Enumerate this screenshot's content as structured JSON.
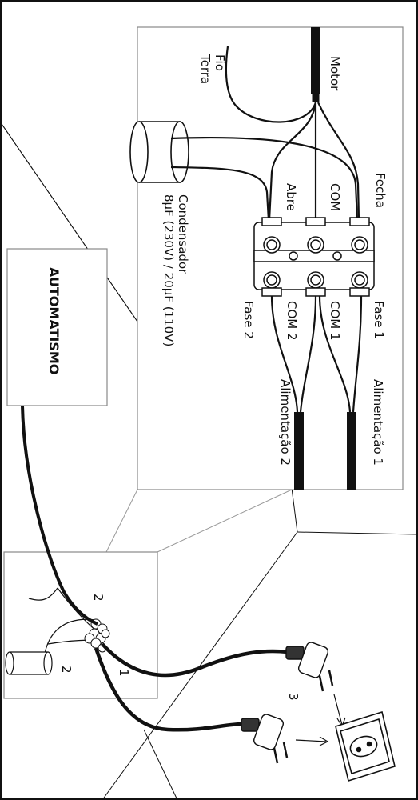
{
  "labels": {
    "motor": "Motor",
    "fio": "Fio",
    "terra": "Terra",
    "fecha": "Fecha",
    "com_top": "COM",
    "abre": "Abre",
    "condensador": "Condensador",
    "cap_value": "8µF (230V) / 20µF (110V)",
    "fase1": "Fase 1",
    "com1": "COM 1",
    "com2": "COM 2",
    "fase2": "Fase 2",
    "alim1": "Alimentação 1",
    "alim2": "Alimentação 2",
    "automatismo": "AUTOMATISMO",
    "n1": "1",
    "n2a": "2",
    "n2b": "2",
    "n3": "3"
  },
  "colors": {
    "stroke": "#111111",
    "frame": "#888888",
    "fill": "#ffffff"
  }
}
